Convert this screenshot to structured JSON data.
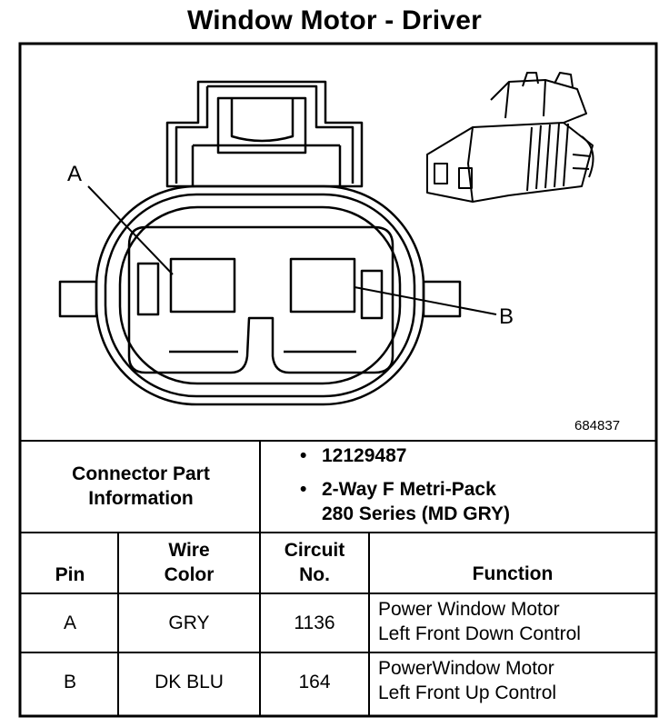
{
  "title": "Window Motor - Driver",
  "figure": {
    "callout_a": "A",
    "callout_b": "B",
    "figure_number": "684837"
  },
  "connector_info": {
    "label_line1": "Connector Part",
    "label_line2": "Information",
    "bullets": [
      {
        "bullet": "•",
        "lines": [
          "12129487"
        ]
      },
      {
        "bullet": "•",
        "lines": [
          "2-Way F Metri-Pack",
          "280 Series (MD GRY)"
        ]
      }
    ]
  },
  "table": {
    "headers": {
      "pin": "Pin",
      "wire_color_1": "Wire",
      "wire_color_2": "Color",
      "circuit_1": "Circuit",
      "circuit_2": "No.",
      "function": "Function"
    },
    "rows": [
      {
        "pin": "A",
        "wire_color": "GRY",
        "circuit": "1136",
        "function_1": "Power Window Motor",
        "function_2": "Left Front Down Control"
      },
      {
        "pin": "B",
        "wire_color": "DK BLU",
        "circuit": "164",
        "function_1": "PowerWindow Motor",
        "function_2": "Left Front Up Control"
      }
    ]
  }
}
